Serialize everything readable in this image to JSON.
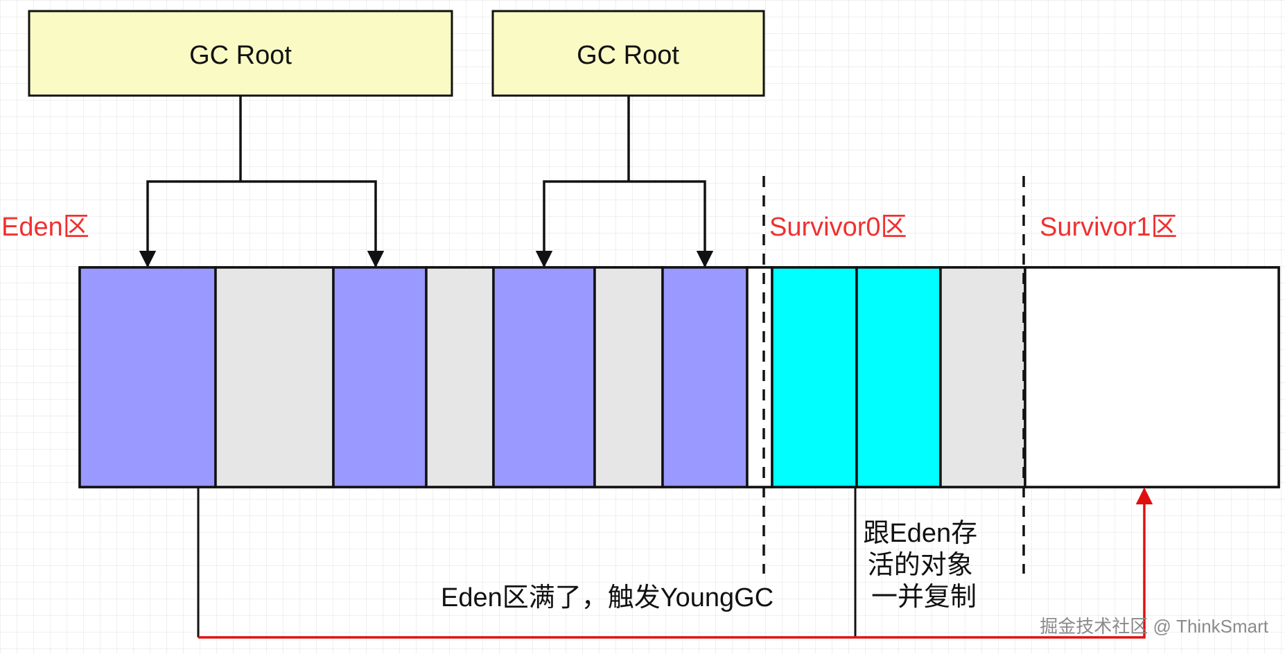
{
  "gc_roots": [
    "GC Root",
    "GC Root"
  ],
  "regions": {
    "eden": "Eden区",
    "survivor0": "Survivor0区",
    "survivor1": "Survivor1区"
  },
  "notes": {
    "copy_lines": [
      "跟Eden存",
      "活的对象",
      "一并复制"
    ],
    "trigger": "Eden区满了，触发YoungGC"
  },
  "watermark": "掘金技术社区 @ ThinkSmart",
  "colors": {
    "gc_root_fill": "#fafac4",
    "live_object": "#9999ff",
    "dead_object": "#e6e6e6",
    "survivor_object": "#00ffff",
    "region_label": "#f03030",
    "copy_arrow": "#e01010"
  }
}
